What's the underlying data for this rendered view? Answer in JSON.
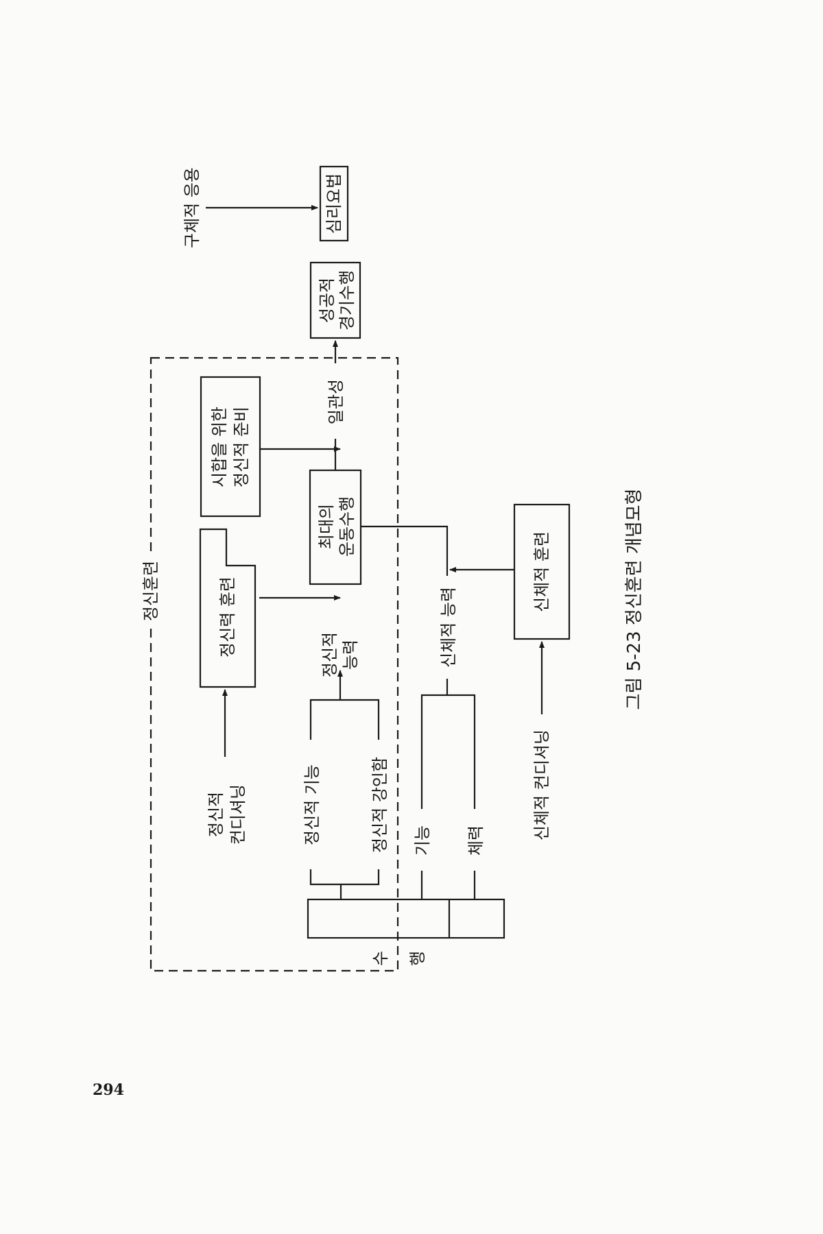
{
  "page_number": "294",
  "caption": "그림 5-23 정신훈련 개념모형",
  "diagram": {
    "frame_label": "정신훈련",
    "mental_conditioning": [
      "정신적",
      "컨디셔닝"
    ],
    "mental_training": "정신력 훈련",
    "mental_prep": [
      "시합을 위한",
      "정신적 준비"
    ],
    "max_performance": [
      "최대의",
      "운동수행"
    ],
    "consistency": "일관성",
    "successful_performance": [
      "성공적",
      "경기수행"
    ],
    "concrete_application": "구체적 응용",
    "psychotherapy": "심리요법",
    "mental_ability": [
      "정신적",
      "능력"
    ],
    "mental_function": "정신적 기능",
    "mental_toughness": "정신적 강인함",
    "physical_ability": "신체적 능력",
    "function": "기능",
    "physical_strength": "체력",
    "physical_training": "신체적 훈련",
    "physical_conditioning": "신체적 컨디셔닝",
    "performance_su": "수",
    "performance_haeng": "행"
  }
}
